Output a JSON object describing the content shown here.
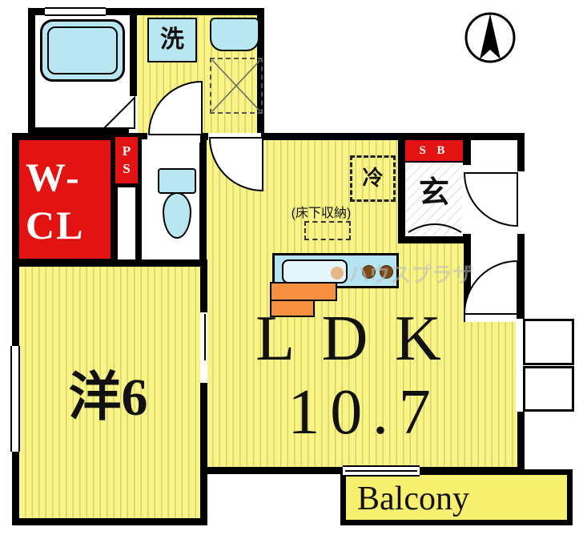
{
  "labels": {
    "wcl_line1": "W-",
    "wcl_line2": "CL",
    "ps_p": "P",
    "ps_s": "S",
    "sb": "S B",
    "genkan": "玄",
    "fridge": "冷",
    "underfloor_storage": "(床下収納)",
    "washer": "洗",
    "ldk_name": "LDK",
    "ldk_size": "10.7",
    "western_room": "洋6",
    "balcony": "Balcony",
    "watermark": "ハウスプラザ"
  },
  "colors": {
    "floor_yellow": "#f8f486",
    "floor_stripe": "#d8d06e",
    "fixture_blue": "#b9e7f1",
    "accent_red": "#e21312",
    "counter_orange": "#f4903f",
    "wall_black": "#000000"
  },
  "icons": {
    "compass": "north-arrow"
  }
}
